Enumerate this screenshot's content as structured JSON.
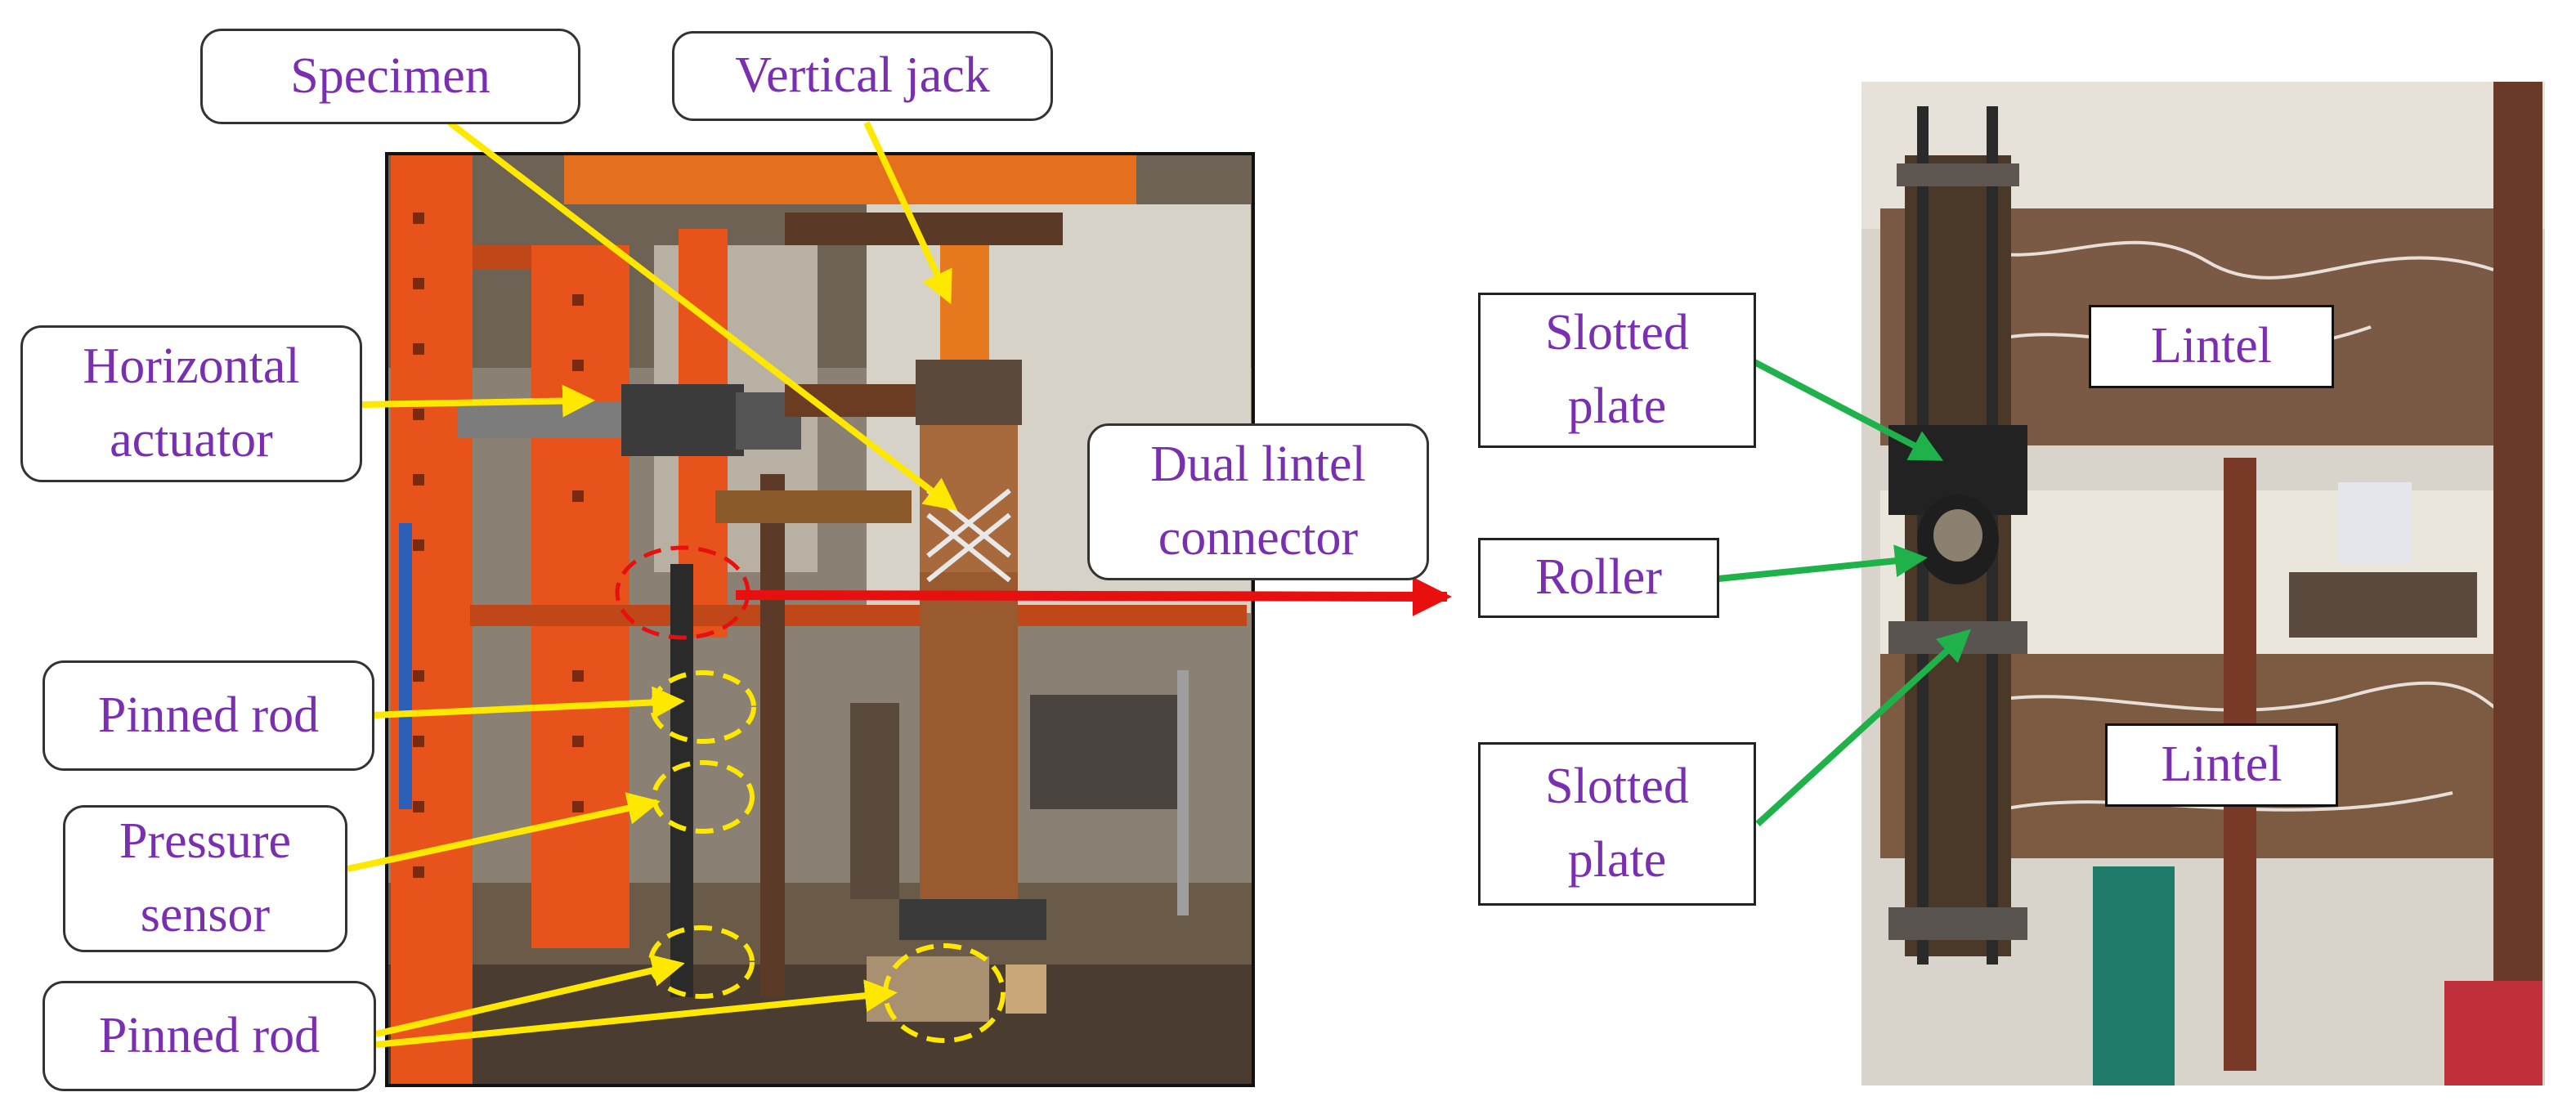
{
  "labels": {
    "specimen": "Specimen",
    "vertical_jack": "Vertical jack",
    "horizontal_actuator": "Horizontal\nactuator",
    "dual_lintel_connector": "Dual lintel\nconnector",
    "pinned_rod_upper": "Pinned rod",
    "pressure_sensor": "Pressure\nsensor",
    "pinned_rod_lower": "Pinned rod",
    "slotted_plate_upper": "Slotted\nplate",
    "roller": "Roller",
    "slotted_plate_lower": "Slotted\nplate",
    "lintel_upper": "Lintel",
    "lintel_lower": "Lintel"
  },
  "colors": {
    "label_text": "#7a2fb0",
    "left_arrows": "#ffe800",
    "right_arrows": "#1fb24a",
    "connector_arrow": "#e8100f",
    "highlight_circles_yellow": "#ffe800",
    "highlight_circle_red": "#e8100f",
    "frame_orange": "#e8531c"
  }
}
